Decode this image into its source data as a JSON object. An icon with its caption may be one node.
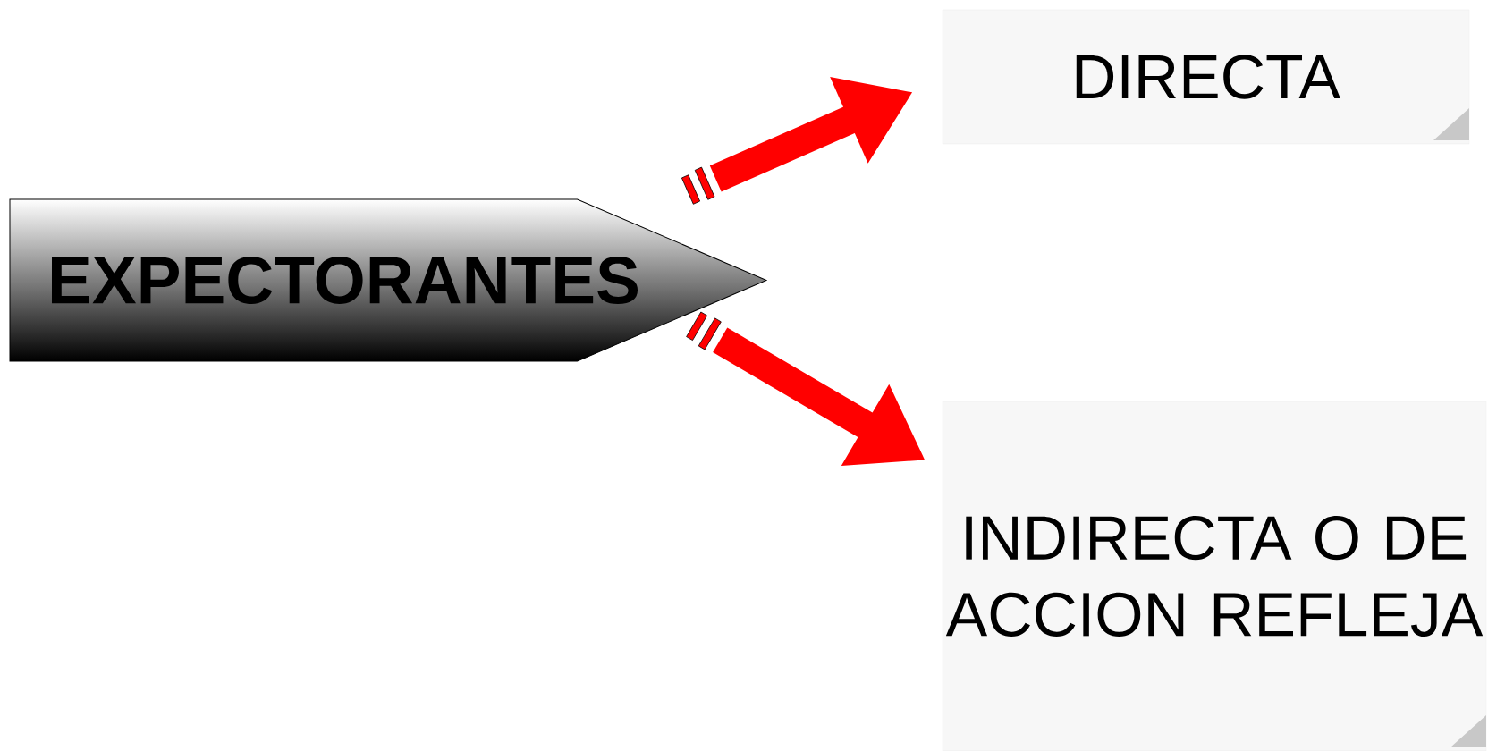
{
  "diagram": {
    "nodes": [
      {
        "text": [
          "EXPECTORANTES"
        ]
      },
      {
        "text": [
          "DIRECTA"
        ]
      },
      {
        "text": [
          "INDIRECTA O DE ACCION REFLEJA"
        ]
      }
    ],
    "edges": [
      {
        "from": 0,
        "to": 1,
        "arrow": "to"
      },
      {
        "from": 0,
        "to": 2,
        "arrow": "to"
      }
    ]
  }
}
